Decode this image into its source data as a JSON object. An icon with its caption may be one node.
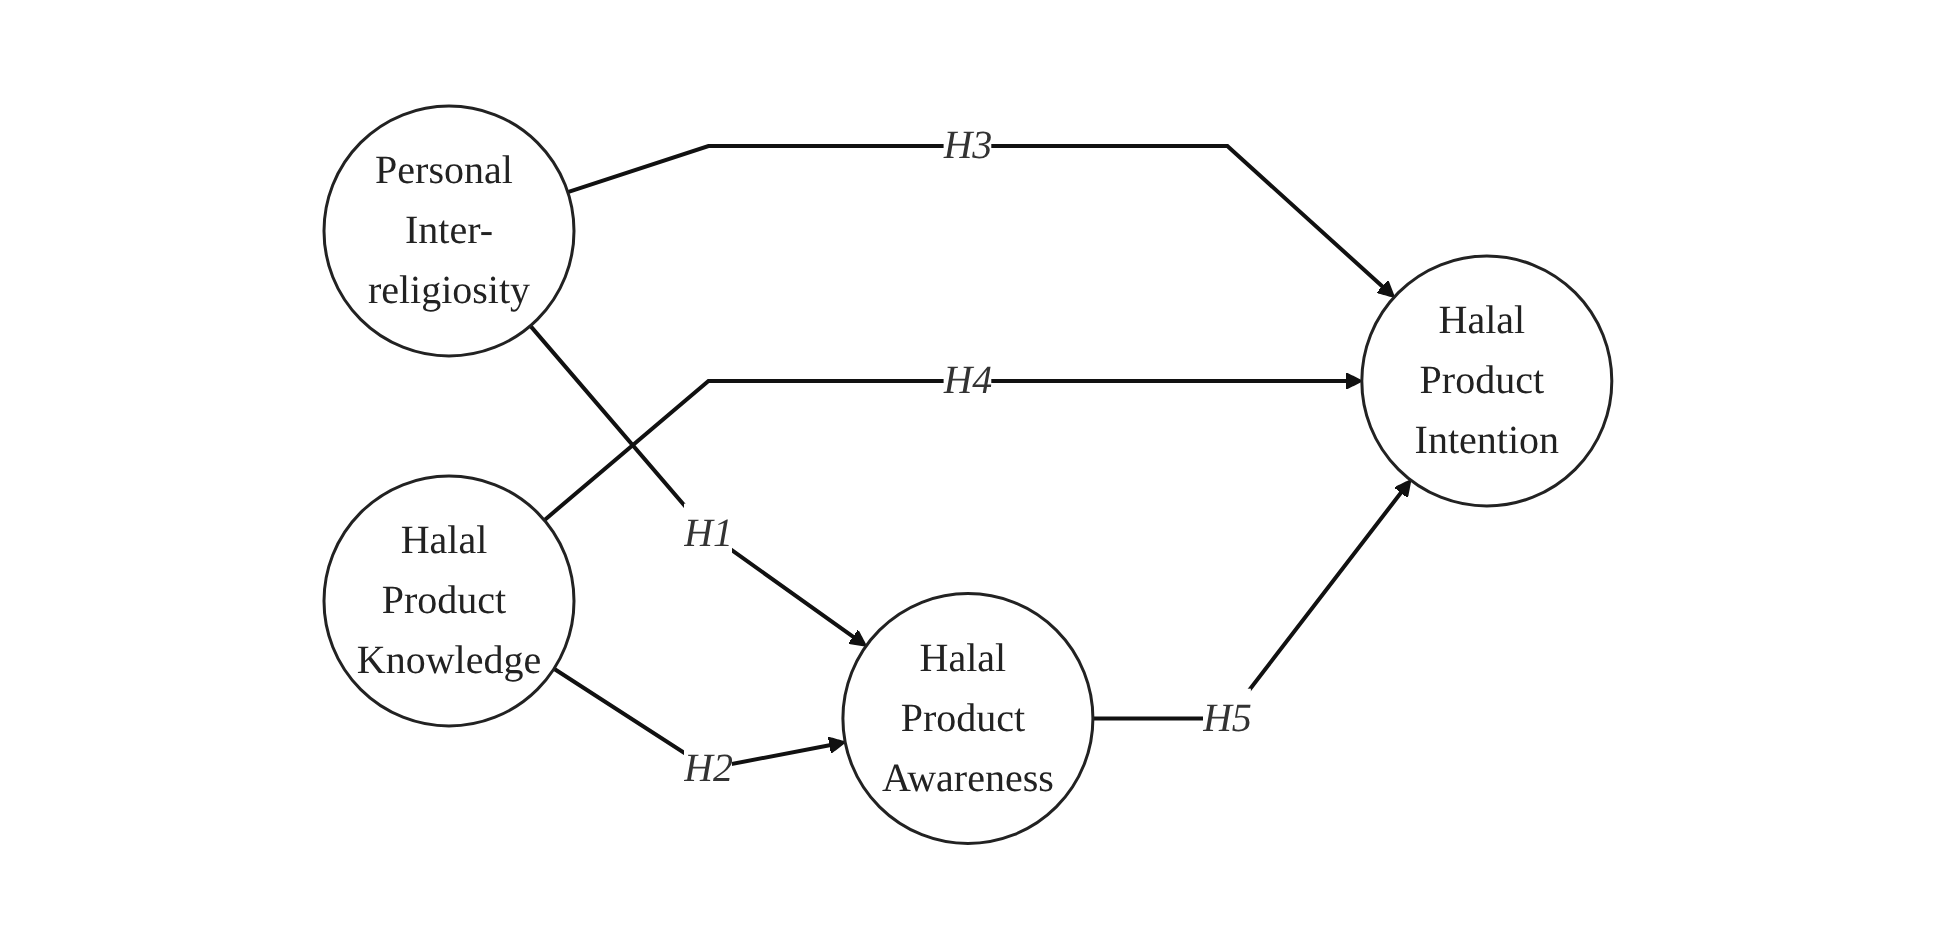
{
  "diagram": {
    "nodes": [
      {
        "text": [
          "Personal Inter-religiosity"
        ]
      },
      {
        "text": [
          "Halal Product Awareness"
        ]
      },
      {
        "text": [
          "Halal Product Knowledge"
        ]
      },
      {
        "text": [
          "Halal Product Intention"
        ]
      }
    ],
    "edges": [
      {
        "from": 0,
        "to": 1,
        "arrow": "to",
        "label": "H1"
      },
      {
        "from": 2,
        "to": 1,
        "arrow": "to",
        "label": "H2"
      },
      {
        "from": 0,
        "to": 3,
        "arrow": "to",
        "label": "H3"
      },
      {
        "from": 2,
        "to": 3,
        "arrow": "to",
        "label": "H4"
      },
      {
        "from": 1,
        "to": 3,
        "arrow": "to",
        "label": "H5"
      }
    ]
  }
}
